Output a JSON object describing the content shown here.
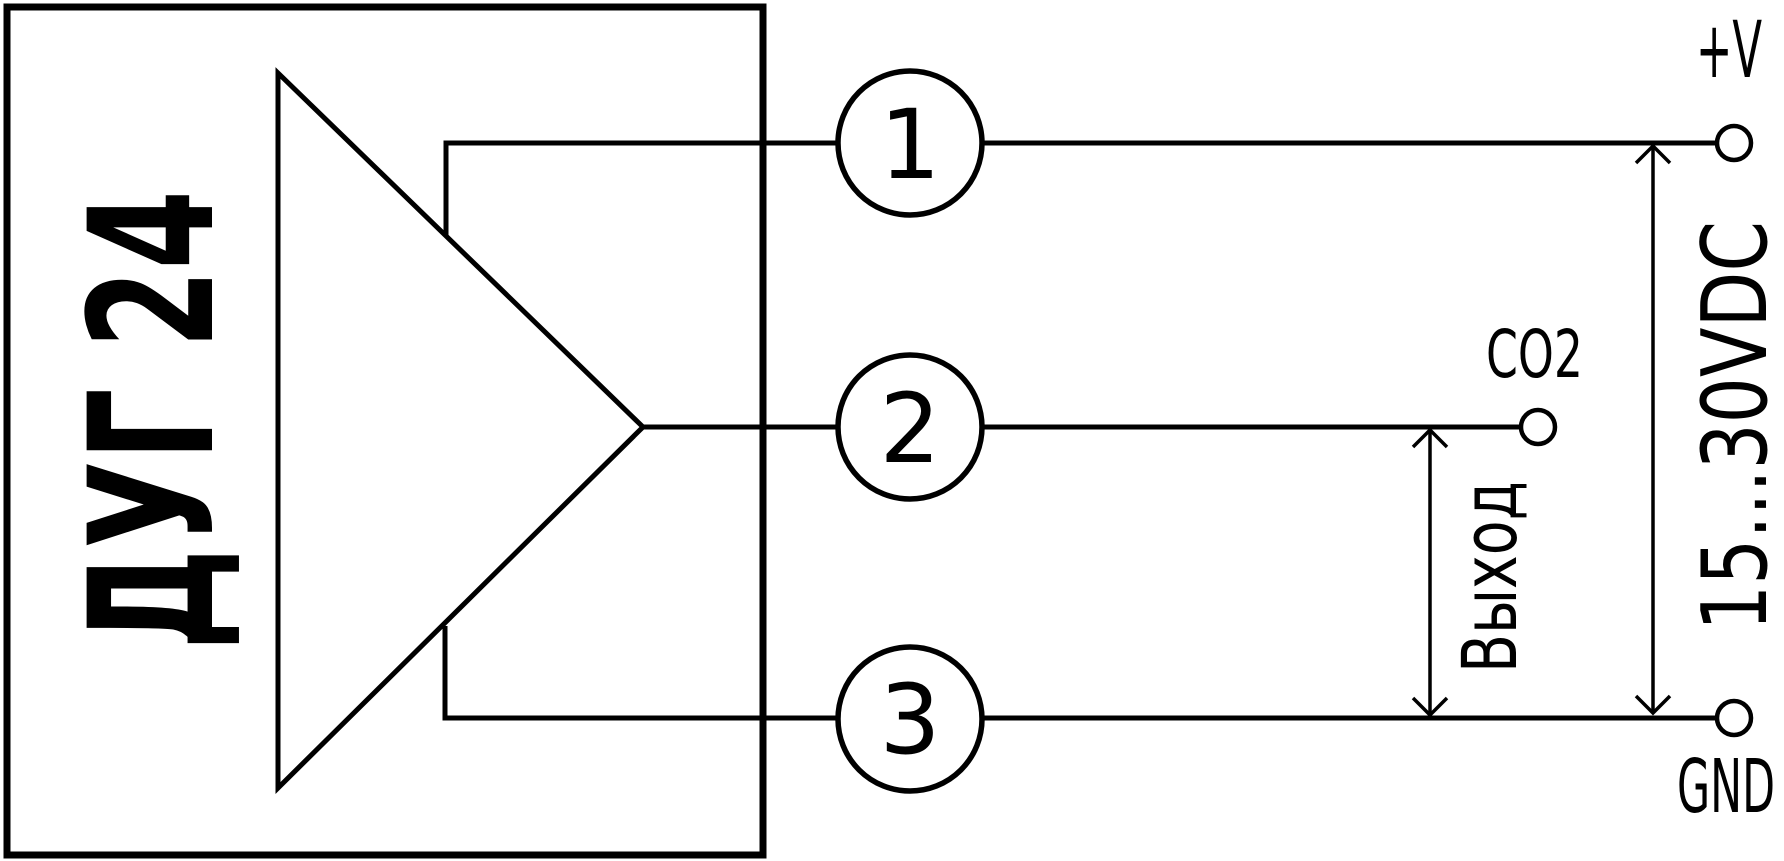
{
  "device": {
    "label": "ДУГ 24",
    "terminals": [
      {
        "number": "1"
      },
      {
        "number": "2"
      },
      {
        "number": "3"
      }
    ]
  },
  "connections": {
    "positive_supply_label": "+V",
    "co2_signal_label": "CO2",
    "ground_label": "GND",
    "supply_range_label": "15...30VDC",
    "output_label": "Выход"
  },
  "colors": {
    "ink": "#000000",
    "background": "#ffffff"
  }
}
